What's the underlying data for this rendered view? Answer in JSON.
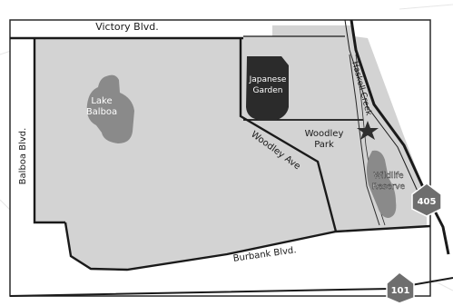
{
  "map": {
    "roads": {
      "victory": "Victory Blvd.",
      "balboa": "Balboa Blvd.",
      "woodley_ave": "Woodley Ave",
      "burbank": "Burbank Blvd."
    },
    "features": {
      "lake_line1": "Lake",
      "lake_line2": "Balboa",
      "japanese_line1": "Japanese",
      "japanese_line2": "Garden",
      "woodley_line1": "Woodley",
      "woodley_line2": "Park",
      "wildlife_line1": "Wildlife",
      "wildlife_line2": "Reserve",
      "creek": "Haskell Creek"
    },
    "highways": {
      "h405": "405",
      "h101": "101"
    },
    "colors": {
      "park_fill": "#d3d3d3",
      "water_fill": "#8a8a8a",
      "garden_fill": "#2b2b2b",
      "road_stroke": "#1a1a1a",
      "shield_fill": "#6e6e6e",
      "star_fill": "#2f2f2f"
    }
  }
}
